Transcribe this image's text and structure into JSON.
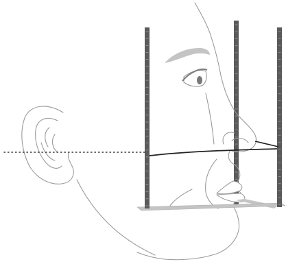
{
  "figure": {
    "subject": "profile-face-with-measurement-frame",
    "colors": {
      "background": "#ffffff",
      "skin_outline": "#9a9a9a",
      "rod": "#5a5a5a",
      "rod_tick": "#9a9a9a",
      "brow_and_bar": "#bdbdbd",
      "reference_line": "#222222",
      "dotted_line": "#333333",
      "lip_fill": "#ffffff",
      "eye_iris": "#777777"
    },
    "elements": {
      "rods": 3,
      "ticks_per_rod": 26,
      "has_dotted_reference_line": true,
      "has_base_platform": true
    }
  }
}
